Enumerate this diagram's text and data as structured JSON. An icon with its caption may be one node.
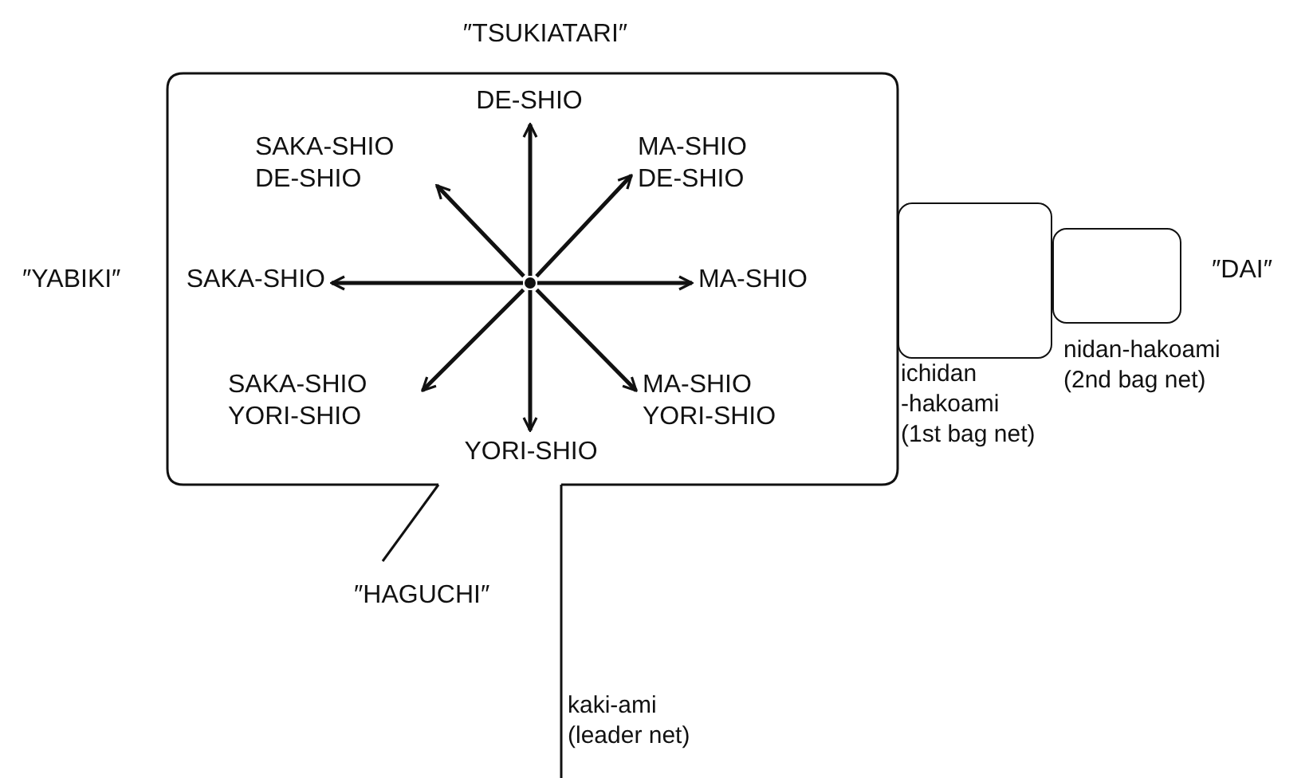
{
  "diagram": {
    "nodes": [
      {
        "text": [],
        "shape": "box"
      },
      {
        "text": [
          "DE-SHIO"
        ],
        "in": 0
      },
      {
        "text": [
          "SAKA-SHIO DE-SHIO"
        ],
        "in": 0
      },
      {
        "text": [
          "MA-SHIO DE-SHIO"
        ],
        "in": 0
      },
      {
        "text": [
          "SAKA-SHIO"
        ],
        "in": 0
      },
      {
        "text": [],
        "shape": "circle",
        "in": 0
      },
      {
        "text": [
          "MA-SHIO"
        ],
        "in": 0
      },
      {
        "text": [
          "SAKA-SHIO YORI-SHIO"
        ],
        "in": 0
      },
      {
        "text": [
          "MA-SHIO YORI-SHIO"
        ],
        "in": 0
      },
      {
        "text": [
          "YORI-SHIO"
        ],
        "in": 0
      },
      {
        "text": [],
        "shape": "box",
        "beside": [
          "ichidan -hakoami (1st bag net)"
        ]
      },
      {
        "text": [],
        "shape": "box",
        "beside": [
          "nidan-hakoami (2nd bag net)"
        ]
      }
    ],
    "edges": [
      {
        "from": 5,
        "to": 1,
        "arrow": "to"
      },
      {
        "from": 5,
        "to": 2,
        "arrow": "to"
      },
      {
        "from": 5,
        "to": 3,
        "arrow": "to"
      },
      {
        "from": 5,
        "to": 4,
        "arrow": "to"
      },
      {
        "from": 5,
        "to": 6,
        "arrow": "to"
      },
      {
        "from": 5,
        "to": 7,
        "arrow": "to"
      },
      {
        "from": 5,
        "to": 8,
        "arrow": "to"
      },
      {
        "from": 5,
        "to": 9,
        "arrow": "to"
      }
    ],
    "labels": [
      "″TSUKIATARI″",
      "″YABIKI″",
      "″DAI″",
      "″HAGUCHI″",
      "kaki-ami (leader net)"
    ]
  }
}
